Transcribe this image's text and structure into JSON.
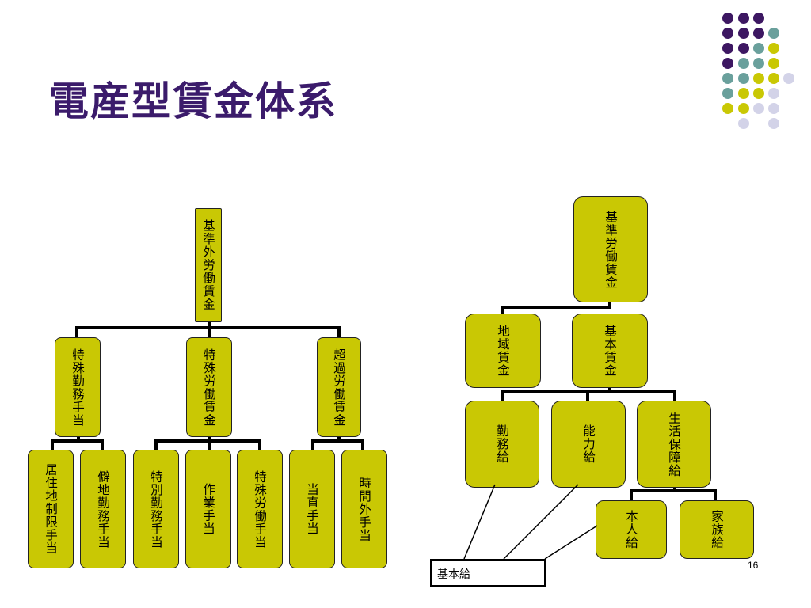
{
  "title": "電産型賃金体系",
  "page_number": "16",
  "label_box": "基本給",
  "colors": {
    "title": "#3b1b6b",
    "box_fill": "#c9c804",
    "dot_purple": "#3d1762",
    "dot_teal": "#6aa09c",
    "dot_yellow": "#c9c804",
    "dot_lavender": "#d3d3e8"
  },
  "left_tree": {
    "root": "基準外労働賃金",
    "groups": [
      {
        "label": "特殊勤務手当",
        "children": [
          "居住地制限手当",
          "僻地勤務手当"
        ]
      },
      {
        "label": "特殊労働賃金",
        "children": [
          "特別勤務手当",
          "作業手当",
          "特殊労働手当"
        ]
      },
      {
        "label": "超過労働賃金",
        "children": [
          "当直手当",
          "時間外手当"
        ]
      }
    ]
  },
  "right_tree": {
    "root": "基準労働賃金",
    "level1": [
      "地域賃金",
      "基本賃金"
    ],
    "level2": [
      "勤務給",
      "能力給",
      "生活保障給"
    ],
    "level3": [
      "本人給",
      "家族給"
    ]
  }
}
